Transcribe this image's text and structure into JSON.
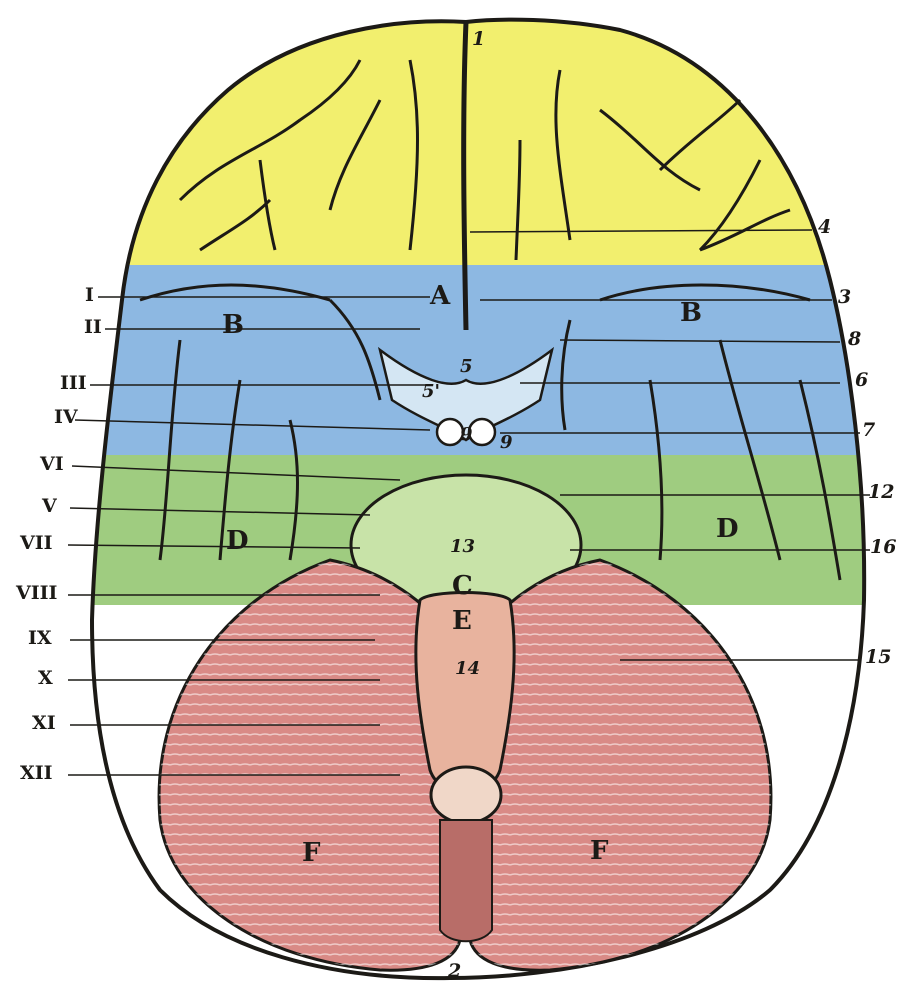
{
  "colors": {
    "frontal_lobe": "#f2ef6e",
    "band_blue": "#8db8e2",
    "band_green": "#9fcc80",
    "cerebellum": "#d98a86",
    "brainstem": "#e8b39e",
    "pons": "#c8e3a8",
    "outline": "#1c1a16"
  },
  "icons": [
    "brain-base-diagram"
  ],
  "labels": {
    "left_roman": [
      "I",
      "II",
      "III",
      "IV",
      "VI",
      "V",
      "VII",
      "VIII",
      "IX",
      "X",
      "XI",
      "XII"
    ],
    "right_numbers": [
      "4",
      "3",
      "8",
      "6",
      "7",
      "12",
      "16",
      "15"
    ],
    "top": "1",
    "bottom": "2",
    "letters": {
      "a": "A",
      "b_left": "B",
      "b_right": "B",
      "c": "C",
      "d_left": "D",
      "d_right": "D",
      "e": "E",
      "f_left": "F",
      "f_right": "F"
    },
    "inner": {
      "n5": "5",
      "n5p": "5'",
      "n9a": "9",
      "n9b": "9",
      "n13": "13",
      "n14": "14"
    }
  }
}
